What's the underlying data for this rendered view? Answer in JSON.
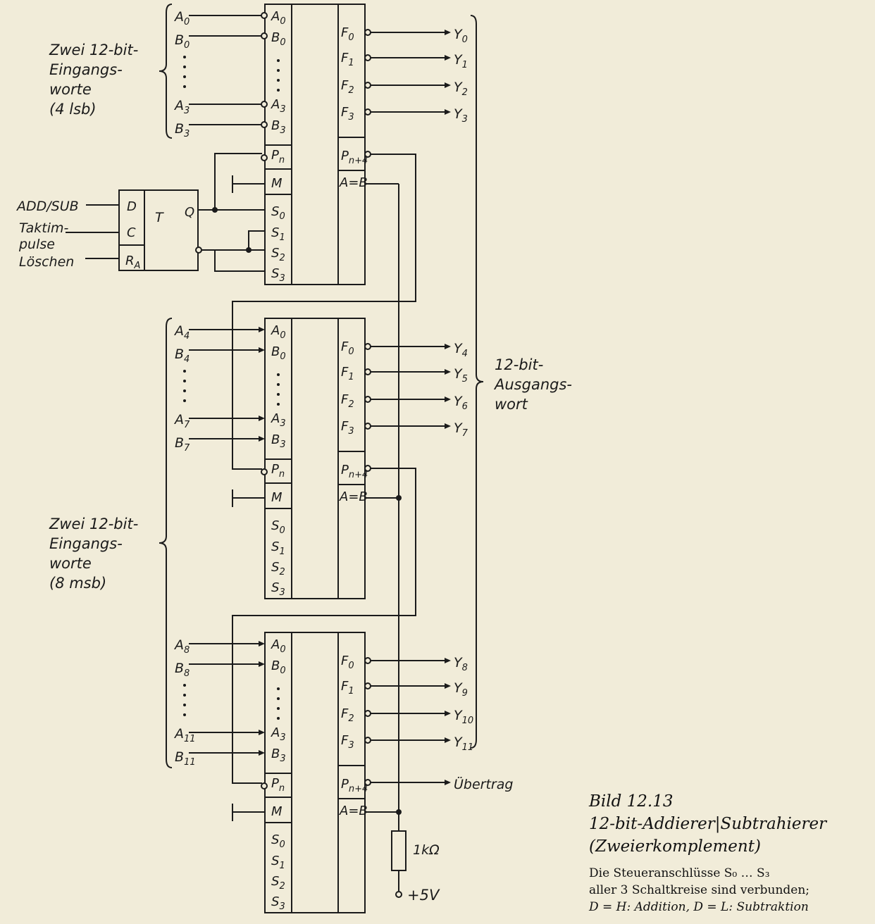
{
  "caption": {
    "title": "Bild 12.13",
    "subtitle_line1": "12-bit-Addierer|Subtrahierer",
    "subtitle_line2": "(Zweierkomplement)",
    "text_line1": "Die Steueranschlüsse S₀ … S₃",
    "text_line2": "aller 3 Schaltkreise sind verbunden;",
    "text_line3": "D = H: Addition, D = L: Subtraktion"
  },
  "input_groups": {
    "lsb": [
      "Zwei 12-bit-",
      "Eingangs-",
      "worte",
      "(4 lsb)"
    ],
    "msb": [
      "Zwei 12-bit-",
      "Eingangs-",
      "worte",
      "(8 msb)"
    ]
  },
  "output_group": [
    "12-bit-",
    "Ausgangs-",
    "wort"
  ],
  "flipflop": {
    "name": "T",
    "pins": {
      "d": "D",
      "c": "C",
      "r": "RA",
      "q": "Q"
    },
    "signals": {
      "add_sub": "ADD/SUB",
      "takt1": "Taktim-",
      "takt2": "pulse",
      "clear": "Löschen"
    }
  },
  "alu_left_pins": [
    "A0",
    "B0",
    "A3",
    "B3",
    "Pn",
    "M",
    "S0",
    "S1",
    "S2",
    "S3"
  ],
  "alu_right_pins": [
    "F0",
    "F1",
    "F2",
    "F3",
    "Pn+4",
    "A=B"
  ],
  "inputs": {
    "block1": [
      "A0",
      "B0",
      "A3",
      "B3"
    ],
    "block2": [
      "A4",
      "B4",
      "A7",
      "B7"
    ],
    "block3": [
      "A8",
      "B8",
      "A11",
      "B11"
    ]
  },
  "outputs": {
    "block1": [
      "Y0",
      "Y1",
      "Y2",
      "Y3"
    ],
    "block2": [
      "Y4",
      "Y5",
      "Y6",
      "Y7"
    ],
    "block3": [
      "Y8",
      "Y9",
      "Y10",
      "Y11"
    ]
  },
  "carry_out": "Übertrag",
  "resistor": "1kΩ",
  "supply": "+5V"
}
